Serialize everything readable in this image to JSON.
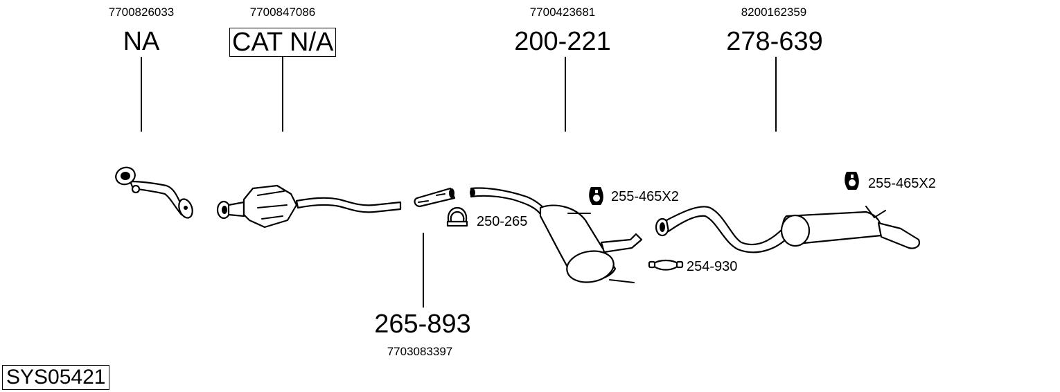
{
  "diagram": {
    "system_code": "SYS05421",
    "components": [
      {
        "id": "front-pipe",
        "oem_number": "7700826033",
        "part_number": "NA",
        "boxed": false
      },
      {
        "id": "catalytic-converter",
        "oem_number": "7700847086",
        "part_number": "CAT N/A",
        "boxed": true
      },
      {
        "id": "connector-pipe",
        "oem_number": "7703083397",
        "part_number": "265-893",
        "boxed": false
      },
      {
        "id": "middle-silencer",
        "oem_number": "7700423681",
        "part_number": "200-221",
        "boxed": false
      },
      {
        "id": "rear-silencer",
        "oem_number": "8200162359",
        "part_number": "278-639",
        "boxed": false
      }
    ],
    "accessories": [
      {
        "id": "clamp-1",
        "icon": "u-bolt-clamp-icon",
        "part_number": "250-265"
      },
      {
        "id": "rubber-mount-1",
        "icon": "rubber-hanger-icon",
        "part_number": "255-465X2"
      },
      {
        "id": "clamp-2",
        "icon": "flange-clamp-icon",
        "part_number": "254-930"
      },
      {
        "id": "rubber-mount-2",
        "icon": "rubber-hanger-icon",
        "part_number": "255-465X2"
      }
    ]
  }
}
